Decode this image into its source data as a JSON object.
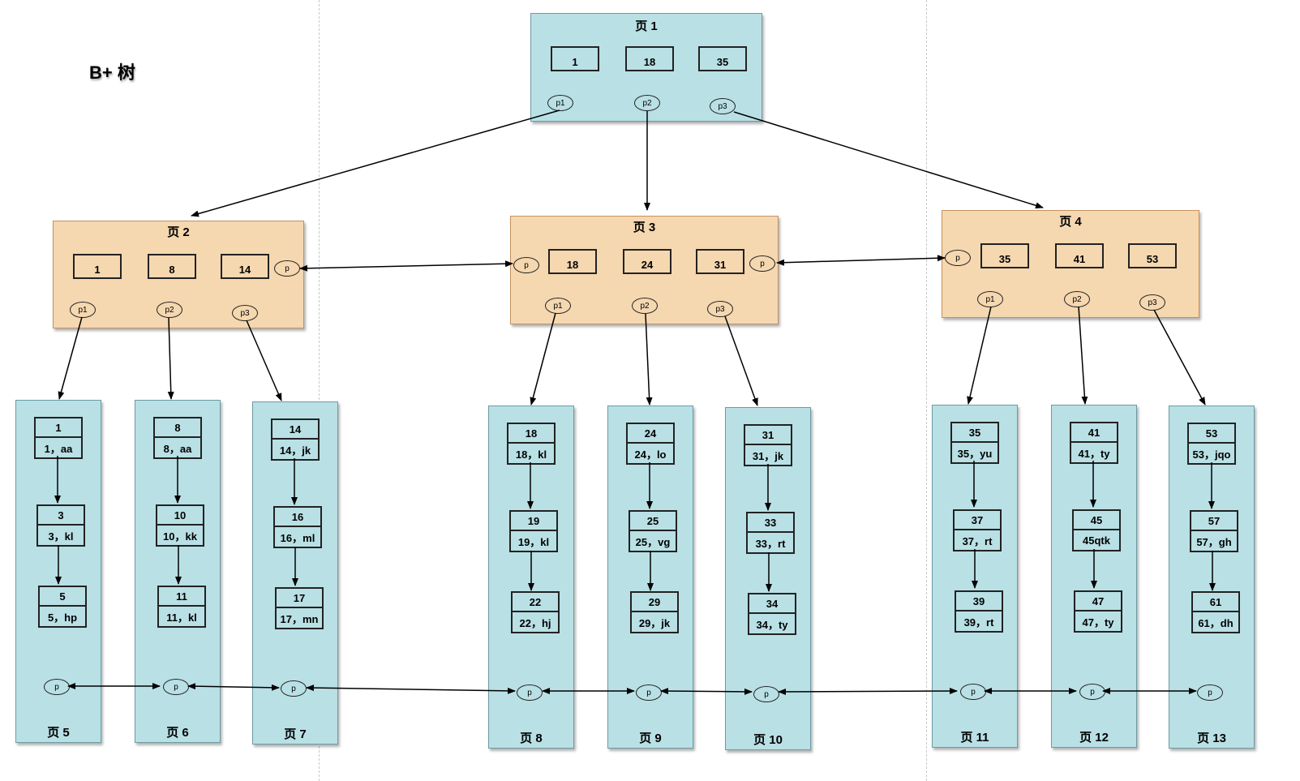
{
  "title": "B+ 树",
  "root": {
    "label": "页 1",
    "keys": [
      "1",
      "18",
      "35"
    ],
    "pointers": [
      "p1",
      "p2",
      "p3"
    ]
  },
  "internal": [
    {
      "label": "页 2",
      "keys": [
        "1",
        "8",
        "14"
      ],
      "pointers": [
        "p1",
        "p2",
        "p3"
      ],
      "sibling": "p"
    },
    {
      "label": "页 3",
      "keys": [
        "18",
        "24",
        "31"
      ],
      "pointers": [
        "p1",
        "p2",
        "p3"
      ],
      "sibling_left": "p",
      "sibling_right": "p"
    },
    {
      "label": "页 4",
      "keys": [
        "35",
        "41",
        "53"
      ],
      "pointers": [
        "p1",
        "p2",
        "p3"
      ],
      "sibling": "p"
    }
  ],
  "leaves": [
    {
      "label": "页 5",
      "pointer": "p",
      "records": [
        {
          "key": "1",
          "value": "1，aa"
        },
        {
          "key": "3",
          "value": "3，kl"
        },
        {
          "key": "5",
          "value": "5，hp"
        }
      ]
    },
    {
      "label": "页 6",
      "pointer": "p",
      "records": [
        {
          "key": "8",
          "value": "8，aa"
        },
        {
          "key": "10",
          "value": "10，kk"
        },
        {
          "key": "11",
          "value": "11，kl"
        }
      ]
    },
    {
      "label": "页 7",
      "pointer": "p",
      "records": [
        {
          "key": "14",
          "value": "14，jk"
        },
        {
          "key": "16",
          "value": "16，ml"
        },
        {
          "key": "17",
          "value": "17，mn"
        }
      ]
    },
    {
      "label": "页 8",
      "pointer": "p",
      "records": [
        {
          "key": "18",
          "value": "18，kl"
        },
        {
          "key": "19",
          "value": "19，kl"
        },
        {
          "key": "22",
          "value": "22，hj"
        }
      ]
    },
    {
      "label": "页 9",
      "pointer": "p",
      "records": [
        {
          "key": "24",
          "value": "24，lo"
        },
        {
          "key": "25",
          "value": "25，vg"
        },
        {
          "key": "29",
          "value": "29，jk"
        }
      ]
    },
    {
      "label": "页 10",
      "pointer": "p",
      "records": [
        {
          "key": "31",
          "value": "31，jk"
        },
        {
          "key": "33",
          "value": "33，rt"
        },
        {
          "key": "34",
          "value": "34，ty"
        }
      ]
    },
    {
      "label": "页 11",
      "pointer": "p",
      "records": [
        {
          "key": "35",
          "value": "35，yu"
        },
        {
          "key": "37",
          "value": "37，rt"
        },
        {
          "key": "39",
          "value": "39，rt"
        }
      ]
    },
    {
      "label": "页 12",
      "pointer": "p",
      "records": [
        {
          "key": "41",
          "value": "41，ty"
        },
        {
          "key": "45",
          "value": "45qtk"
        },
        {
          "key": "47",
          "value": "47，ty"
        }
      ]
    },
    {
      "label": "页 13",
      "pointer": "p",
      "records": [
        {
          "key": "53",
          "value": "53，jqo"
        },
        {
          "key": "57",
          "value": "57，gh"
        },
        {
          "key": "61",
          "value": "61，dh"
        }
      ]
    }
  ]
}
